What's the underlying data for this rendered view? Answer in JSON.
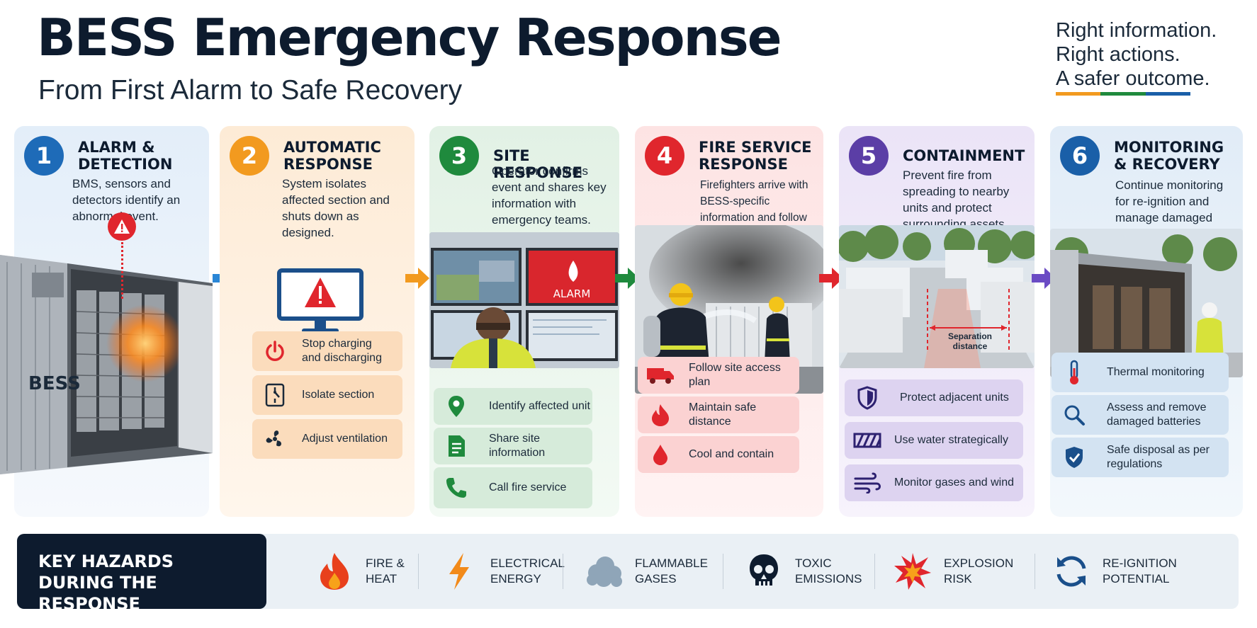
{
  "header": {
    "title": "BESS Emergency Response",
    "subtitle": "From First Alarm to Safe Recovery",
    "tagline": [
      "Right information.",
      "Right actions.",
      "A safer outcome."
    ]
  },
  "colors": {
    "step1": "#1e6bb8",
    "step2": "#f29a1f",
    "step3": "#1f8a3d",
    "step4": "#e0262d",
    "step5": "#5b3ea6",
    "step6": "#1a5fa8",
    "navy": "#0d1b2e"
  },
  "steps": [
    {
      "num": "1",
      "title": "Alarm & Detection",
      "desc": "BMS, sensors and detectors identify an abnormal event.",
      "scene_label": "BESS",
      "actions": []
    },
    {
      "num": "2",
      "title": "Automatic Response",
      "desc": "System isolates affected section and shuts down as designed.",
      "actions": [
        {
          "label": "Stop charging and discharging",
          "icon": "power-icon"
        },
        {
          "label": "Isolate section",
          "icon": "isolation-switch-icon"
        },
        {
          "label": "Adjust ventilation",
          "icon": "fan-icon"
        }
      ]
    },
    {
      "num": "3",
      "title": "Site Response",
      "desc": "Operator confirms event and shares key information with emergency teams.",
      "scene_label": "ALARM",
      "actions": [
        {
          "label": "Identify affected unit",
          "icon": "location-pin-icon"
        },
        {
          "label": "Share site information",
          "icon": "document-icon"
        },
        {
          "label": "Call fire service",
          "icon": "phone-icon"
        }
      ]
    },
    {
      "num": "4",
      "title": "Fire Service Response",
      "desc": "Firefighters arrive with BESS-specific information and follow site plan.",
      "actions": [
        {
          "label": "Follow site access plan",
          "icon": "fire-truck-icon"
        },
        {
          "label": "Maintain safe distance",
          "icon": "flame-icon"
        },
        {
          "label": "Cool and contain",
          "icon": "water-drop-icon"
        }
      ]
    },
    {
      "num": "5",
      "title": "Containment",
      "desc": "Prevent fire from spreading to nearby units and protect surrounding assets.",
      "scene_label": "Separation distance",
      "actions": [
        {
          "label": "Protect adjacent units",
          "icon": "shield-icon"
        },
        {
          "label": "Use water strategically",
          "icon": "hatched-barrier-icon"
        },
        {
          "label": "Monitor gases and wind",
          "icon": "wind-icon"
        }
      ]
    },
    {
      "num": "6",
      "title": "Monitoring & Recovery",
      "desc": "Continue monitoring for re-ignition and manage damaged units safely.",
      "actions": [
        {
          "label": "Thermal monitoring",
          "icon": "thermometer-icon"
        },
        {
          "label": "Assess and remove damaged batteries",
          "icon": "magnifier-icon"
        },
        {
          "label": "Safe disposal as per regulations",
          "icon": "shield-check-icon"
        }
      ]
    }
  ],
  "hazards": {
    "heading": "Key Hazards During the Response",
    "items": [
      {
        "label": "Fire & Heat",
        "icon": "flame-icon"
      },
      {
        "label": "Electrical Energy",
        "icon": "lightning-icon"
      },
      {
        "label": "Flammable Gases",
        "icon": "gas-cloud-icon"
      },
      {
        "label": "Toxic Emissions",
        "icon": "skull-icon"
      },
      {
        "label": "Explosion Risk",
        "icon": "explosion-icon"
      },
      {
        "label": "Re-ignition Potential",
        "icon": "cycle-arrows-icon"
      }
    ]
  }
}
